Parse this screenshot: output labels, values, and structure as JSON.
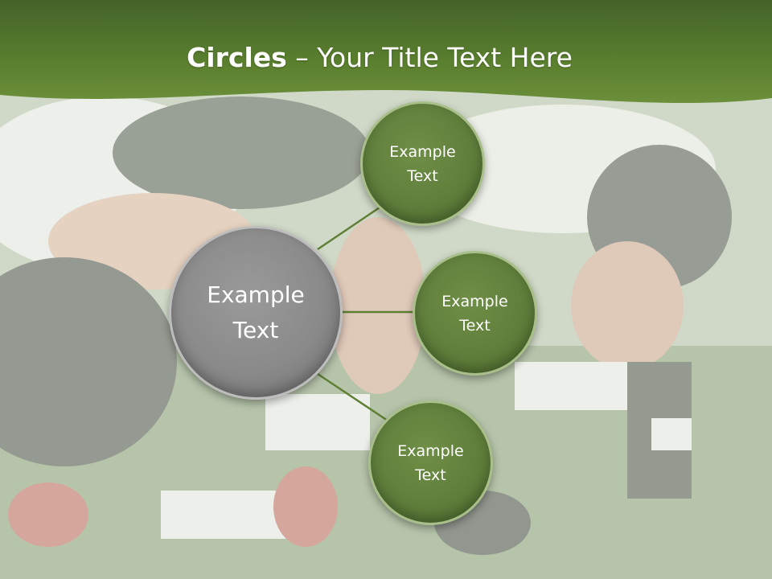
{
  "slide": {
    "title_bold": "Circles",
    "title_rest": " – Your Title Text Here"
  },
  "diagram": {
    "center_label": "Example\nText",
    "satellites": [
      {
        "label": "Example\nText"
      },
      {
        "label": "Example\nText"
      },
      {
        "label": "Example\nText"
      }
    ]
  },
  "colors": {
    "header_green": "#5a7f2e",
    "circle_green": "#5e7d3a",
    "circle_gray": "#8a8a8a",
    "connector": "#5f7f35"
  }
}
